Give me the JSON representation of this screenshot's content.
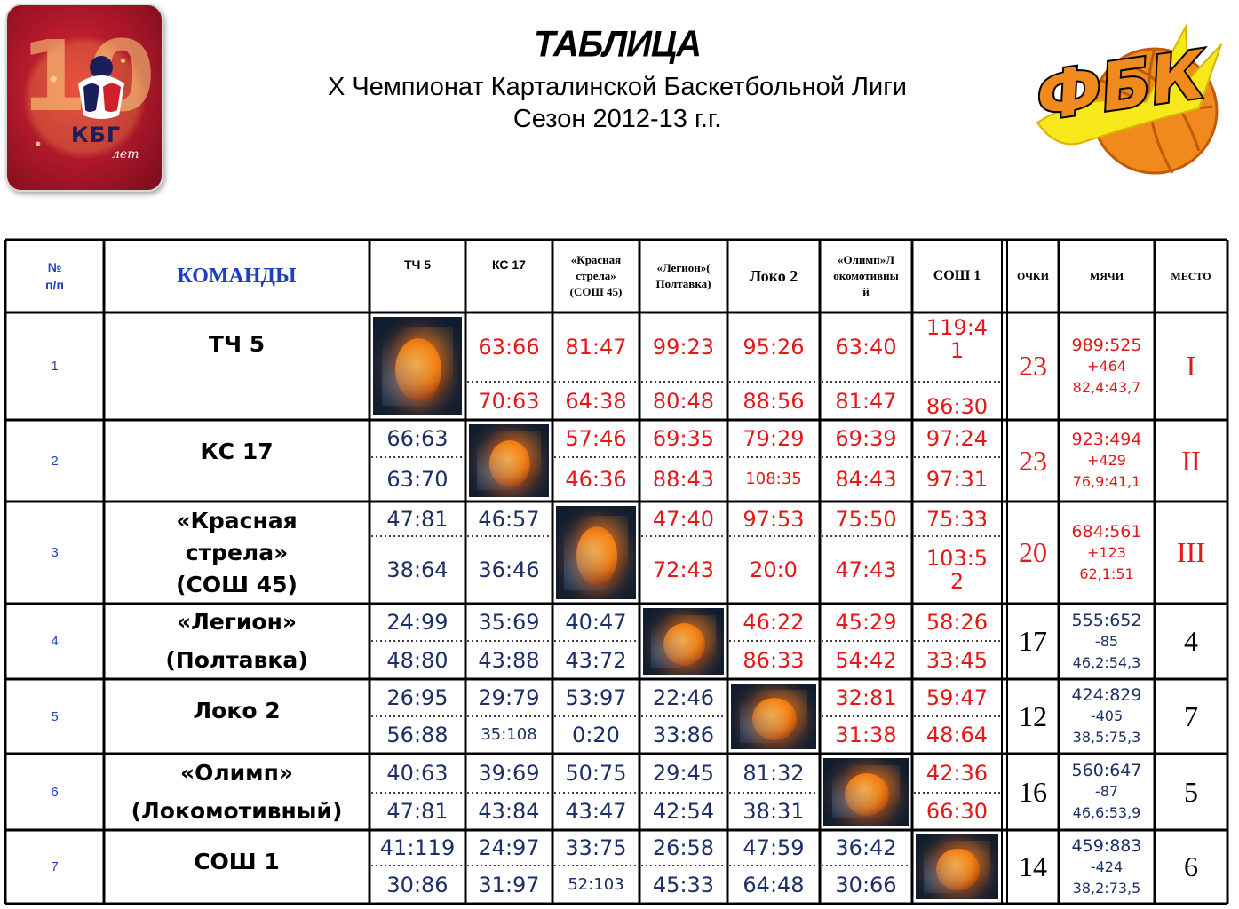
{
  "header": {
    "title": "ТАБЛИЦА",
    "subtitle_line1": "Х Чемпионат Карталинской Баскетбольной Лиги",
    "subtitle_line2": "Сезон 2012-13 г.г."
  },
  "logos": {
    "left_text": "КБГ",
    "left_years": "лет",
    "left_number": "10",
    "right_text": "ФБК"
  },
  "colors": {
    "header_blue": "#1f3fbf",
    "score_red": "#e41818",
    "score_blue": "#1c2f66",
    "logo_red": "#b51a2c",
    "logo_orange": "#f08a1c",
    "logo_yellow": "#f7e81c"
  },
  "table": {
    "headers": {
      "no": "№",
      "no2": "п/п",
      "teams": "КОМАНДЫ",
      "cols": [
        [
          "ТЧ 5"
        ],
        [
          "КС 17"
        ],
        [
          "«Красная",
          "стрела»",
          "(СОШ 45)"
        ],
        [
          "«Легион»(",
          "Полтавка)"
        ],
        [
          "Локо 2"
        ],
        [
          "«Олимп»Л",
          "окомотивны",
          "й"
        ],
        [
          "СОШ 1"
        ]
      ],
      "points": "ОЧКИ",
      "balls": "МЯЧИ",
      "place": "МЕСТО"
    },
    "rows": [
      {
        "no": "1",
        "team": [
          "ТЧ 5"
        ],
        "scores": [
          null,
          [
            "63:66",
            "70:63"
          ],
          [
            "81:47",
            "64:38"
          ],
          [
            "99:23",
            "80:48"
          ],
          [
            "95:26",
            "88:56"
          ],
          [
            "63:40",
            "81:47"
          ],
          [
            "119:4",
            "1",
            "86:30"
          ]
        ],
        "points": "23",
        "balls": [
          "989:525",
          "+464",
          "82,4:43,7"
        ],
        "place": "I"
      },
      {
        "no": "2",
        "team": [
          "КС 17"
        ],
        "scores": [
          [
            "66:63",
            "63:70"
          ],
          null,
          [
            "57:46",
            "46:36"
          ],
          [
            "69:35",
            "88:43"
          ],
          [
            "79:29",
            "108:35"
          ],
          [
            "69:39",
            "84:43"
          ],
          [
            "97:24",
            "97:31"
          ]
        ],
        "points": "23",
        "balls": [
          "923:494",
          "+429",
          "76,9:41,1"
        ],
        "place": "II"
      },
      {
        "no": "3",
        "team": [
          "«Красная",
          "стрела»",
          "(СОШ 45)"
        ],
        "scores": [
          [
            "47:81",
            "38:64"
          ],
          [
            "46:57",
            "36:46"
          ],
          null,
          [
            "47:40",
            "72:43"
          ],
          [
            "97:53",
            "20:0"
          ],
          [
            "75:50",
            "47:43"
          ],
          [
            "75:33",
            "103:5",
            "2"
          ]
        ],
        "points": "20",
        "balls": [
          "684:561",
          "+123",
          "62,1:51"
        ],
        "place": "III"
      },
      {
        "no": "4",
        "team": [
          "«Легион»",
          "(Полтавка)"
        ],
        "scores": [
          [
            "24:99",
            "48:80"
          ],
          [
            "35:69",
            "43:88"
          ],
          [
            "40:47",
            "43:72"
          ],
          null,
          [
            "46:22",
            "86:33"
          ],
          [
            "45:29",
            "54:42"
          ],
          [
            "58:26",
            "33:45"
          ]
        ],
        "points": "17",
        "balls": [
          "555:652",
          "-85",
          "46,2:54,3"
        ],
        "place": "4"
      },
      {
        "no": "5",
        "team": [
          "Локо 2"
        ],
        "scores": [
          [
            "26:95",
            "56:88"
          ],
          [
            "29:79",
            "35:108"
          ],
          [
            "53:97",
            "0:20"
          ],
          [
            "22:46",
            "33:86"
          ],
          null,
          [
            "32:81",
            "31:38"
          ],
          [
            "59:47",
            "48:64"
          ]
        ],
        "points": "12",
        "balls": [
          "424:829",
          "-405",
          "38,5:75,3"
        ],
        "place": "7"
      },
      {
        "no": "6",
        "team": [
          "«Олимп»",
          "(Локомотивный)"
        ],
        "scores": [
          [
            "40:63",
            "47:81"
          ],
          [
            "39:69",
            "43:84"
          ],
          [
            "50:75",
            "43:47"
          ],
          [
            "29:45",
            "42:54"
          ],
          [
            "81:32",
            "38:31"
          ],
          null,
          [
            "42:36",
            "66:30"
          ]
        ],
        "points": "16",
        "balls": [
          "560:647",
          "-87",
          "46,6:53,9"
        ],
        "place": "5"
      },
      {
        "no": "7",
        "team": [
          "СОШ 1"
        ],
        "scores": [
          [
            "41:119",
            "30:86"
          ],
          [
            "24:97",
            "31:97"
          ],
          [
            "33:75",
            "52:103"
          ],
          [
            "26:58",
            "45:33"
          ],
          [
            "47:59",
            "64:48"
          ],
          [
            "36:42",
            "30:66"
          ],
          null
        ],
        "points": "14",
        "balls": [
          "459:883",
          "-424",
          "38,2:73,5"
        ],
        "place": "6"
      }
    ]
  }
}
